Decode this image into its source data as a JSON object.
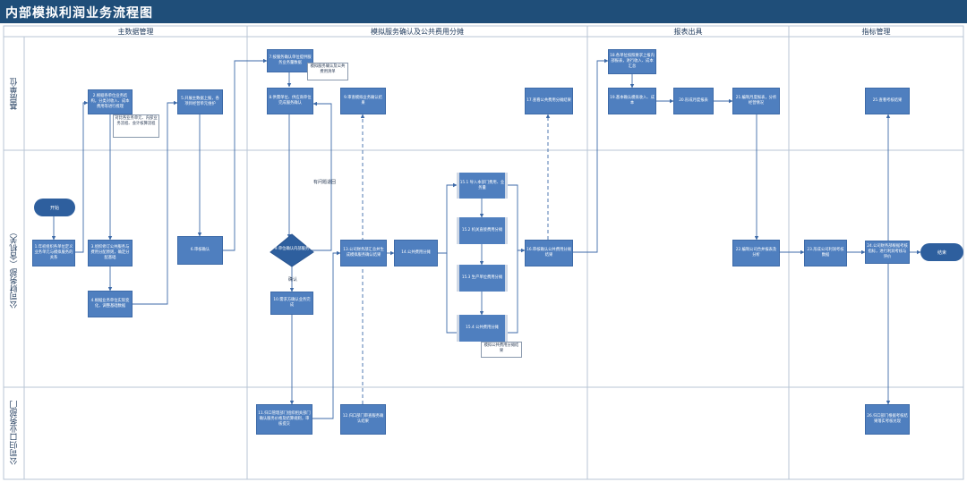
{
  "title": "内部模拟利润业务流程图",
  "columns": [
    "主数据管理",
    "模拟服务确认及公共费用分摊",
    "报表出具",
    "指标管理"
  ],
  "lanes": [
    "基层单位",
    "公司财务部（含机关）",
    "公司归口业务部门"
  ],
  "nodes": {
    "start": "开始",
    "end": "结束",
    "n1": "1.年初组织各单位定义业务单元与模拟服务的关系",
    "n2": "2.根据各单位业务结构，分类对收入、成本费用等进行梳理",
    "n3": "3.组织修订公共服务与费用分配原则，确定分配基础",
    "n4": "4.根据业务单位实际变化，调整基础数据",
    "n5": "5.开展主数据上报，各项目经营单元维护",
    "n6": "6.审核确认",
    "n7": "7.按服务确认单位提供服务业务量数据",
    "n8": "8.供需单位、供应商单位完成服务确认",
    "n9": "9.审查模拟业务确认结果",
    "n10": "10.需求方确认业务完成",
    "n11": "11.归口管理部门组织相关部门确认服务价格及结算规则，审核提交",
    "n12": "12.归口部门审查服务确认结果",
    "n13": "13.公司财务部汇总并生成模拟服务确认结果",
    "n14": "14.公共费用分摊",
    "n15_1": "15.1 导入本部门费用、业务量",
    "n15_2": "15.2 机关直接费用分摊",
    "n15_3": "15.3 生产单位费用分摊",
    "n15_4": "15.4 公共费用分摊",
    "n16": "16.审核确认公共费用分摊结果",
    "n17": "17.查看公共费用分摊结果",
    "n18": "18.各单位按照要求上报内部报表，进行收入、成本汇总",
    "n19": "19.基本确认模拟收入、成本",
    "n20": "20.形成月度报表",
    "n21": "21.编制月度报表，分析经营情况",
    "n22": "22.编制公司合并报表及分析",
    "n23": "23.形成公司利润考核数据",
    "n24": "24.公司财务部根据考核指标，进行利润考核与评价",
    "n25": "25.查看考核结果",
    "n26": "26.归口部门根据考核结果落实考核兑现",
    "diamond": "9.单位确认内部服务",
    "doc_a": "对比各业务单元、内部业务流程、会计核算流程",
    "doc_b": "模拟服务确认及公共费用清单",
    "doc_c": "模拟公共费用分摊结果"
  },
  "edge_labels": {
    "has_issue": "有问题退回",
    "confirm": "确认"
  }
}
